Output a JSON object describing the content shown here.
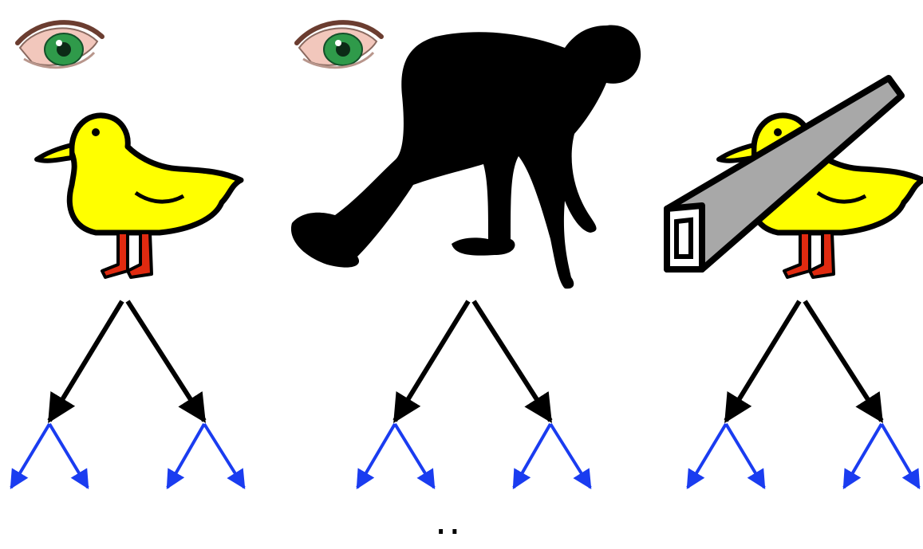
{
  "diagram": {
    "panels": [
      {
        "id": "duck",
        "figure": "duck-icon",
        "observer": "eye-icon"
      },
      {
        "id": "person",
        "figure": "crouching-person-icon",
        "observer": "eye-icon"
      },
      {
        "id": "sawed-duck",
        "figure": "duck-with-saw-icon",
        "observer": null
      }
    ],
    "branching": {
      "primary_arrows_per_node": 2,
      "secondary_arrows_per_child": 2
    },
    "colors": {
      "primary_arrow": "#000000",
      "secondary_arrow": "#1a3cf0",
      "duck_body": "#ffff00",
      "duck_feet": "#e02a10",
      "saw_blade": "#a8a8a8",
      "eye_iris": "#2f9a4a",
      "eye_skin": "#f2c7bc"
    },
    "ellipsis": ".."
  }
}
